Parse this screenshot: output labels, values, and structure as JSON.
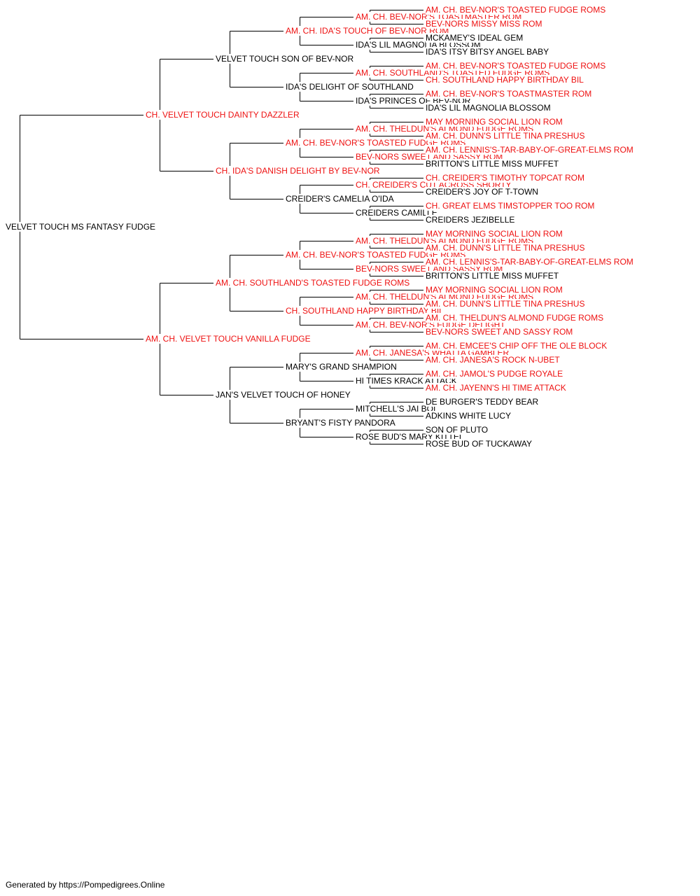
{
  "colors": {
    "champion": "#ee1111",
    "regular": "#000000",
    "line": "#000000"
  },
  "pedigree": {
    "name": "VELVET TOUCH MS FANTASY FUDGE",
    "champion": false,
    "sire": {
      "name": "CH. VELVET TOUCH DAINTY DAZZLER",
      "champion": true,
      "sire": {
        "name": "VELVET TOUCH SON OF BEV-NOR",
        "champion": false,
        "sire": {
          "name": "AM. CH. IDA'S TOUCH OF BEV-NOR ROM",
          "champion": true,
          "sire": {
            "name": "AM. CH. BEV-NOR'S TOASTMASTER ROM",
            "champion": true,
            "sire": {
              "name": "AM. CH. BEV-NOR'S TOASTED FUDGE ROMS",
              "champion": true
            },
            "dam": {
              "name": "BEV-NORS MISSY MISS ROM",
              "champion": true
            }
          },
          "dam": {
            "name": "IDA'S LIL MAGNOLIA BLOSSOM",
            "champion": false,
            "sire": {
              "name": "MCKAMEY'S IDEAL GEM",
              "champion": false
            },
            "dam": {
              "name": "IDA'S ITSY BITSY ANGEL BABY",
              "champion": false
            }
          }
        },
        "dam": {
          "name": "IDA'S DELIGHT OF SOUTHLAND",
          "champion": false,
          "sire": {
            "name": "AM. CH. SOUTHLAND'S TOASTED FUDGE ROMS",
            "champion": true,
            "sire": {
              "name": "AM. CH. BEV-NOR'S TOASTED FUDGE ROMS",
              "champion": true
            },
            "dam": {
              "name": "CH. SOUTHLAND HAPPY BIRTHDAY BIL",
              "champion": true
            }
          },
          "dam": {
            "name": "IDA'S PRINCES OF BEV-NOR",
            "champion": false,
            "sire": {
              "name": "AM. CH. BEV-NOR'S TOASTMASTER ROM",
              "champion": true
            },
            "dam": {
              "name": "IDA'S LIL MAGNOLIA BLOSSOM",
              "champion": false
            }
          }
        }
      },
      "dam": {
        "name": "CH. IDA'S DANISH DELIGHT BY BEV-NOR",
        "champion": true,
        "sire": {
          "name": "AM. CH. BEV-NOR'S TOASTED FUDGE ROMS",
          "champion": true,
          "sire": {
            "name": "AM. CH. THELDUN'S ALMOND FUDGE ROMS",
            "champion": true,
            "sire": {
              "name": "MAY MORNING SOCIAL LION ROM",
              "champion": true
            },
            "dam": {
              "name": "AM. CH. DUNN'S LITTLE TINA PRESHUS",
              "champion": true
            }
          },
          "dam": {
            "name": "BEV-NORS SWEET AND SASSY ROM",
            "champion": true,
            "sire": {
              "name": "AM. CH. LENNIS'S-TAR-BABY-OF-GREAT-ELMS ROM",
              "champion": true
            },
            "dam": {
              "name": "BRITTON'S LITTLE MISS MUFFET",
              "champion": false
            }
          }
        },
        "dam": {
          "name": "CREIDER'S CAMELIA O'IDA",
          "champion": false,
          "sire": {
            "name": "CH. CREIDER'S CUT ACROSS SHORTY",
            "champion": true,
            "sire": {
              "name": "CH. CREIDER'S TIMOTHY TOPCAT ROM",
              "champion": true
            },
            "dam": {
              "name": "CREIDER'S JOY OF T-TOWN",
              "champion": false
            }
          },
          "dam": {
            "name": "CREIDERS CAMILLE",
            "champion": false,
            "sire": {
              "name": "CH. GREAT ELMS TIMSTOPPER TOO ROM",
              "champion": true
            },
            "dam": {
              "name": "CREIDERS JEZIBELLE",
              "champion": false
            }
          }
        }
      }
    },
    "dam": {
      "name": "AM. CH. VELVET TOUCH VANILLA FUDGE",
      "champion": true,
      "sire": {
        "name": "AM. CH. SOUTHLAND'S TOASTED FUDGE ROMS",
        "champion": true,
        "sire": {
          "name": "AM. CH. BEV-NOR'S TOASTED FUDGE ROMS",
          "champion": true,
          "sire": {
            "name": "AM. CH. THELDUN'S ALMOND FUDGE ROMS",
            "champion": true,
            "sire": {
              "name": "MAY MORNING SOCIAL LION ROM",
              "champion": true
            },
            "dam": {
              "name": "AM. CH. DUNN'S LITTLE TINA PRESHUS",
              "champion": true
            }
          },
          "dam": {
            "name": "BEV-NORS SWEET AND SASSY ROM",
            "champion": true,
            "sire": {
              "name": "AM. CH. LENNIS'S-TAR-BABY-OF-GREAT-ELMS ROM",
              "champion": true
            },
            "dam": {
              "name": "BRITTON'S LITTLE MISS MUFFET",
              "champion": false
            }
          }
        },
        "dam": {
          "name": "CH. SOUTHLAND HAPPY BIRTHDAY BIL",
          "champion": true,
          "sire": {
            "name": "AM. CH. THELDUN'S ALMOND FUDGE ROMS",
            "champion": true,
            "sire": {
              "name": "MAY MORNING SOCIAL LION ROM",
              "champion": true
            },
            "dam": {
              "name": "AM. CH. DUNN'S LITTLE TINA PRESHUS",
              "champion": true
            }
          },
          "dam": {
            "name": "AM. CH. BEV-NOR'S FUDGE DELIGHT",
            "champion": true,
            "sire": {
              "name": "AM. CH. THELDUN'S ALMOND FUDGE ROMS",
              "champion": true
            },
            "dam": {
              "name": "BEV-NORS SWEET AND SASSY ROM",
              "champion": true
            }
          }
        }
      },
      "dam": {
        "name": "JAN'S VELVET TOUCH OF HONEY",
        "champion": false,
        "sire": {
          "name": "MARY'S GRAND SHAMPION",
          "champion": false,
          "sire": {
            "name": "AM. CH. JANESA'S WHATTA GAMBLER",
            "champion": true,
            "sire": {
              "name": "AM. CH. EMCEE'S CHIP OFF THE OLE BLOCK",
              "champion": true
            },
            "dam": {
              "name": "AM. CH. JANESA'S ROCK N-UBET",
              "champion": true
            }
          },
          "dam": {
            "name": "HI TIMES KRACK ATTACK",
            "champion": false,
            "sire": {
              "name": "AM. CH. JAMOL'S PUDGE ROYALE",
              "champion": true
            },
            "dam": {
              "name": "AM. CH. JAYENN'S HI TIME ATTACK",
              "champion": true
            }
          }
        },
        "dam": {
          "name": "BRYANT'S FISTY PANDORA",
          "champion": false,
          "sire": {
            "name": "MITCHELL'S JAI BOI",
            "champion": false,
            "sire": {
              "name": "DE BURGER'S TEDDY BEAR",
              "champion": false
            },
            "dam": {
              "name": "ADKINS WHITE LUCY",
              "champion": false
            }
          },
          "dam": {
            "name": "ROSE BUD'S MARY KITTEL",
            "champion": false,
            "sire": {
              "name": "SON OF PLUTO",
              "champion": false
            },
            "dam": {
              "name": "ROSE BUD OF TUCKAWAY",
              "champion": false
            }
          }
        }
      }
    }
  },
  "footer": {
    "text": "Generated by https://Pompedigrees.Online"
  }
}
